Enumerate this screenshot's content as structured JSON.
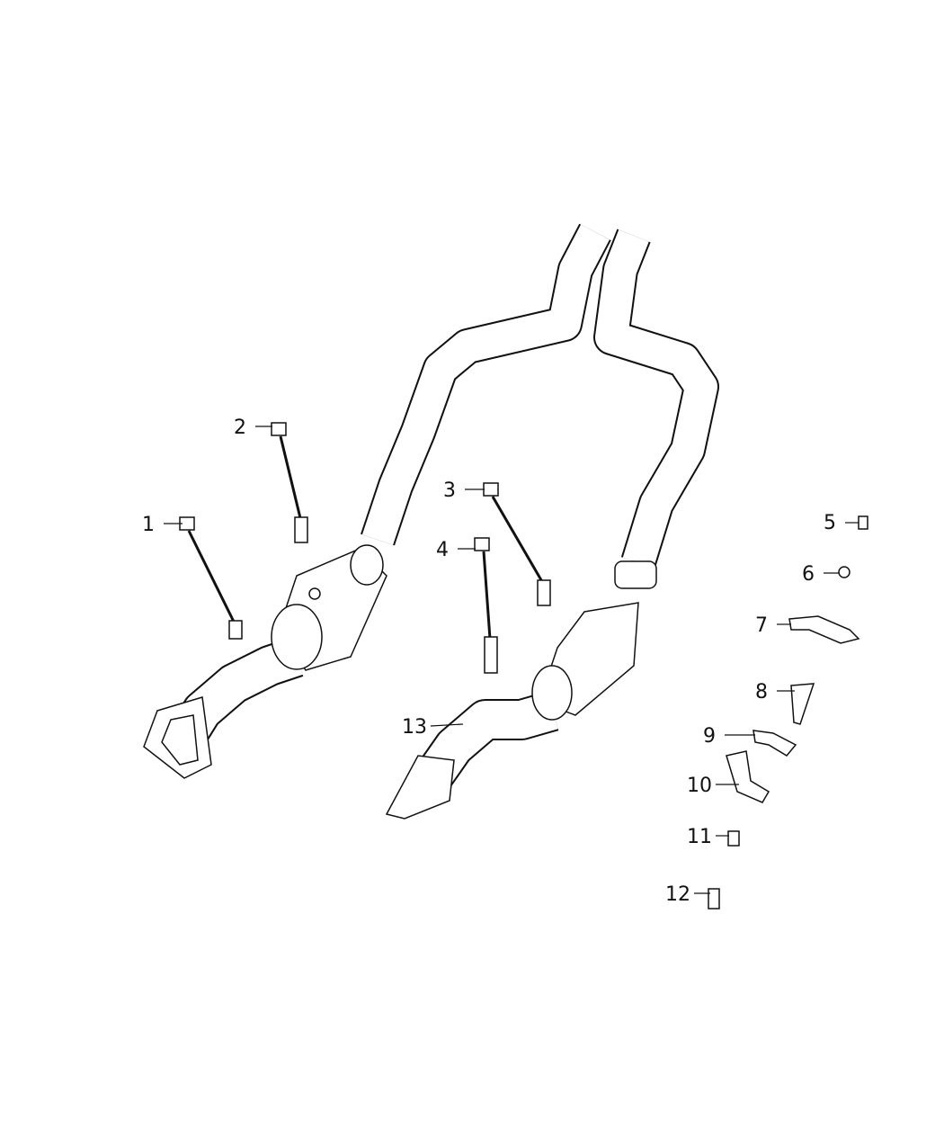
{
  "diagram": {
    "callouts": [
      {
        "number": "1",
        "part": "oxygen-sensor"
      },
      {
        "number": "2",
        "part": "oxygen-sensor"
      },
      {
        "number": "3",
        "part": "oxygen-sensor"
      },
      {
        "number": "4",
        "part": "oxygen-sensor"
      },
      {
        "number": "5",
        "part": "bolt"
      },
      {
        "number": "6",
        "part": "nut"
      },
      {
        "number": "7",
        "part": "bracket"
      },
      {
        "number": "8",
        "part": "bracket"
      },
      {
        "number": "9",
        "part": "bracket"
      },
      {
        "number": "10",
        "part": "bracket"
      },
      {
        "number": "11",
        "part": "bolt"
      },
      {
        "number": "12",
        "part": "bolt"
      },
      {
        "number": "13",
        "part": "catalytic-converter-exhaust-pipe"
      }
    ],
    "line_color": "#111111",
    "background": "#ffffff"
  }
}
